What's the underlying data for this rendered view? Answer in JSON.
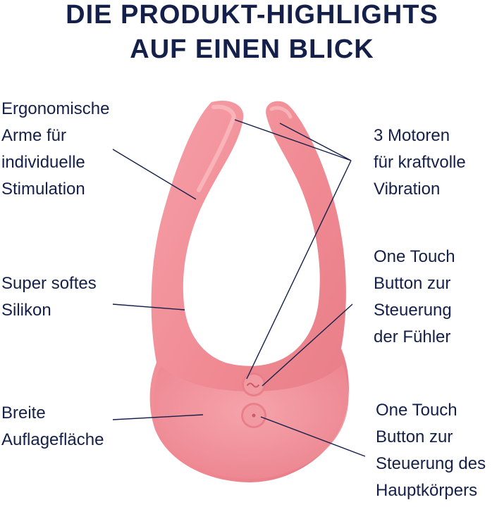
{
  "headline": {
    "line1": "DIE PRODUKT-HIGHLIGHTS",
    "line2": "AUF EINEN BLICK"
  },
  "callouts": {
    "arms": [
      "Ergonomische",
      "Arme für",
      "individuelle",
      "Stimulation"
    ],
    "silicone": [
      "Super softes",
      "Silikon"
    ],
    "base": [
      "Breite",
      "Auflagefläche"
    ],
    "motors": [
      "3 Motoren",
      "für kraftvolle",
      "Vibration"
    ],
    "button_arms": [
      "One Touch",
      "Button zur",
      "Steuerung",
      "der Fühler"
    ],
    "button_body": [
      "One Touch",
      "Button zur",
      "Steuerung des",
      "Hauptkörpers"
    ]
  },
  "colors": {
    "text": "#15204a",
    "product": "#f08a93",
    "product_light": "#f6aab0",
    "product_dark": "#d9707b"
  }
}
